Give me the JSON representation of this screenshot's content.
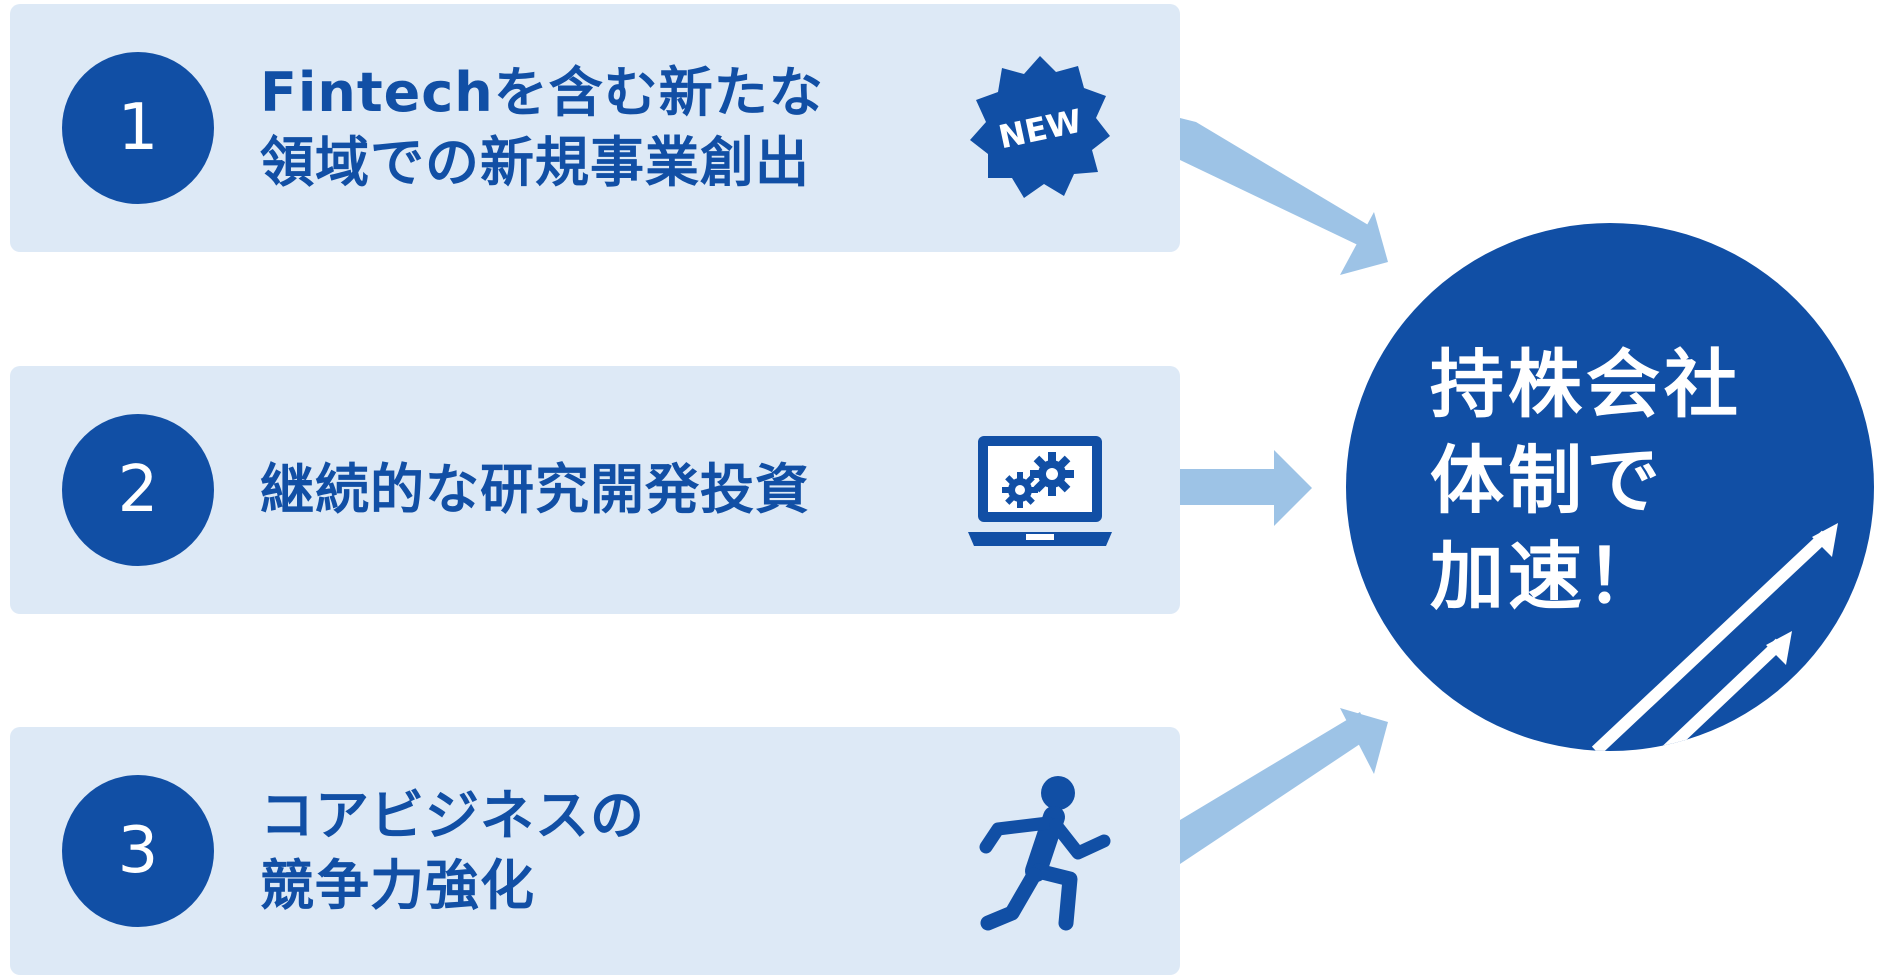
{
  "items": [
    {
      "number": "1",
      "line1": "Fintechを含む新たな",
      "line2": "領域での新規事業創出",
      "icon": "new-badge-icon",
      "badge_text": "NEW"
    },
    {
      "number": "2",
      "line1": "継続的な研究開発投資",
      "line2": "",
      "icon": "laptop-gears-icon"
    },
    {
      "number": "3",
      "line1": "コアビジネスの",
      "line2": "競争力強化",
      "icon": "running-person-icon"
    }
  ],
  "hub": {
    "line1": "持株会社",
    "line2": "体制で",
    "line3": "加速！"
  },
  "colors": {
    "primary": "#114fa5",
    "panel": "#dde9f6",
    "arrow": "#9dc3e6",
    "white": "#ffffff"
  }
}
